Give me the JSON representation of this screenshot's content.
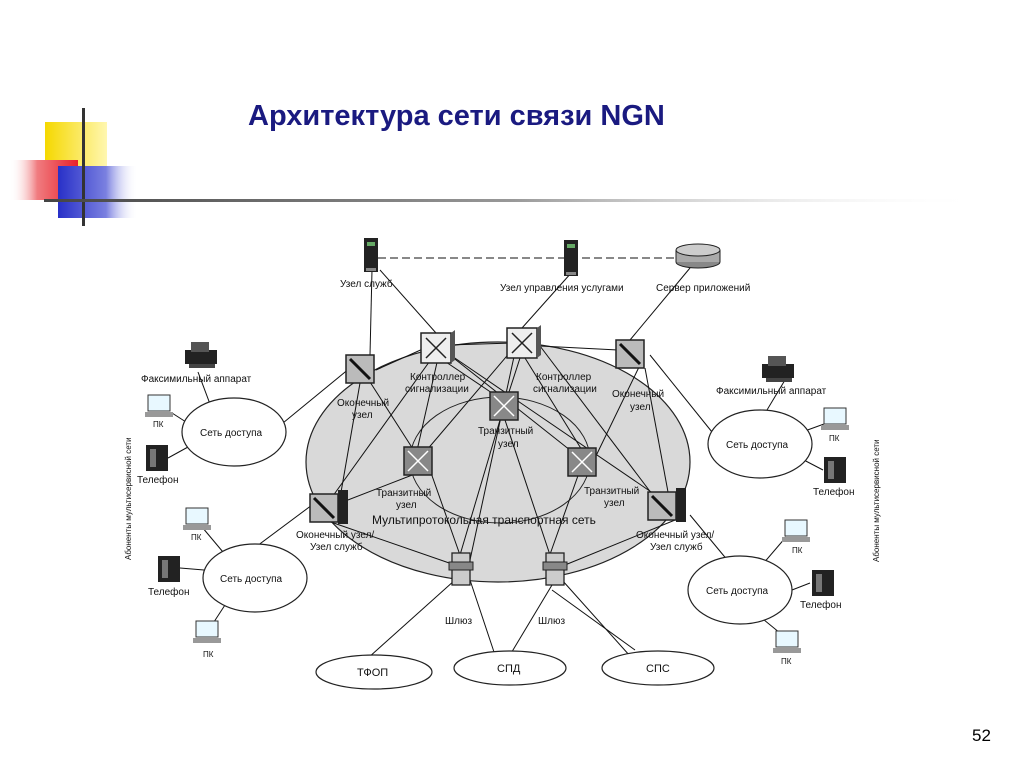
{
  "slide": {
    "title": "Архитектура сети связи NGN",
    "page_number": "52"
  },
  "diagram": {
    "core_network": "Мультипротокольная транспортная сеть",
    "nodes": {
      "service_node": "Узел служб",
      "service_mgmt_node": "Узел управления услугами",
      "app_server": "Сервер приложений",
      "controller_left_1": "Контроллер",
      "controller_left_2": "сигнализации",
      "controller_right_1": "Контроллер",
      "controller_right_2": "сигнализации",
      "edge_left_top_1": "Оконечный",
      "edge_left_top_2": "узел",
      "edge_right_top_1": "Оконечный",
      "edge_right_top_2": "узел",
      "transit_center_1": "Транзитный",
      "transit_center_2": "узел",
      "transit_left_1": "Транзитный",
      "transit_left_2": "узел",
      "transit_right_1": "Транзитный",
      "transit_right_2": "узел",
      "edge_service_left_1": "Оконечный узел/",
      "edge_service_left_2": "Узел служб",
      "edge_service_right_1": "Оконечный узел/",
      "edge_service_right_2": "Узел служб",
      "gateway_left": "Шлюз",
      "gateway_right": "Шлюз"
    },
    "access_networks": {
      "left_top": "Сеть доступа",
      "left_bottom": "Сеть доступа",
      "right_top": "Сеть доступа",
      "right_bottom": "Сеть доступа"
    },
    "external_networks": {
      "pstn": "ТФОП",
      "data": "СПД",
      "mobile": "СПС"
    },
    "terminals": {
      "fax_left": "Факсимильный аппарат",
      "fax_right": "Факсимильный аппарат",
      "pc_left_top": "ПК",
      "phone_left_top": "Телефон",
      "pc_left_mid": "ПК",
      "phone_left_mid": "Телефон",
      "pc_left_bottom": "ПК",
      "pc_right_top": "ПК",
      "phone_right_top": "Телефон",
      "pc_right_mid": "ПК",
      "phone_right_mid": "Телефон",
      "pc_right_bottom": "ПК"
    },
    "side_labels": {
      "left": "Абоненты мультисервисной сети",
      "right": "Абоненты мультисервисной сети"
    }
  },
  "colors": {
    "title": "#1a1a80",
    "core_fill": "#d9d9d9",
    "deco_yellow": "#f5d800",
    "deco_red": "#e8202a",
    "deco_blue": "#2830c8"
  }
}
